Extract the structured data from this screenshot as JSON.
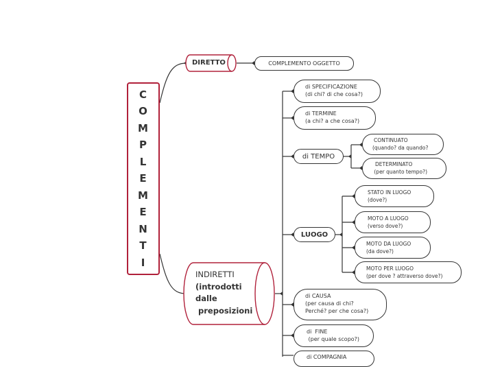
{
  "root": {
    "letters": [
      "C",
      "O",
      "M",
      "P",
      "L",
      "E",
      "M",
      "E",
      "N",
      "T",
      "I"
    ]
  },
  "diretto": {
    "label": "DIRETTO",
    "child": "COMPLEMENTO OGGETTO"
  },
  "indiretti": {
    "lines": [
      "INDIRETTI",
      "(introdotti",
      "dalle",
      " preposizioni"
    ]
  },
  "specificazione": {
    "lines": [
      "di SPECIFICAZIONE",
      "(di chi? di che cosa?)"
    ]
  },
  "termine": {
    "lines": [
      "di TERMINE",
      "(a chi? a che cosa?)"
    ]
  },
  "tempo": {
    "label": "di TEMPO",
    "continuato": {
      "lines": [
        "CONTINUATO",
        "(quando? da quando?"
      ]
    },
    "determinato": {
      "lines": [
        "DETERMINATO",
        " (per quanto tempo?)"
      ]
    }
  },
  "luogo": {
    "label": "LUOGO",
    "stato": {
      "lines": [
        "STATO IN LUOGO",
        "(dove?)"
      ]
    },
    "moto_a": {
      "lines": [
        "MOTO A LUOGO",
        "(verso dove?)"
      ]
    },
    "moto_da": {
      "lines": [
        "MOTO DA LUOGO",
        "(da dove?)"
      ]
    },
    "moto_per": {
      "lines": [
        "MOTO PER LUOGO",
        "(per dove ? attraverso dove?)"
      ]
    }
  },
  "causa": {
    "lines": [
      "di CAUSA",
      "(per causa di chi?",
      "Perché? per che cosa?)"
    ]
  },
  "fine": {
    "lines": [
      "di  FINE",
      " (per quale scopo?)"
    ]
  },
  "compagnia": {
    "lines": [
      "di COMPAGNIA"
    ]
  },
  "colors": {
    "accent": "#b0203a",
    "line": "#333333"
  }
}
